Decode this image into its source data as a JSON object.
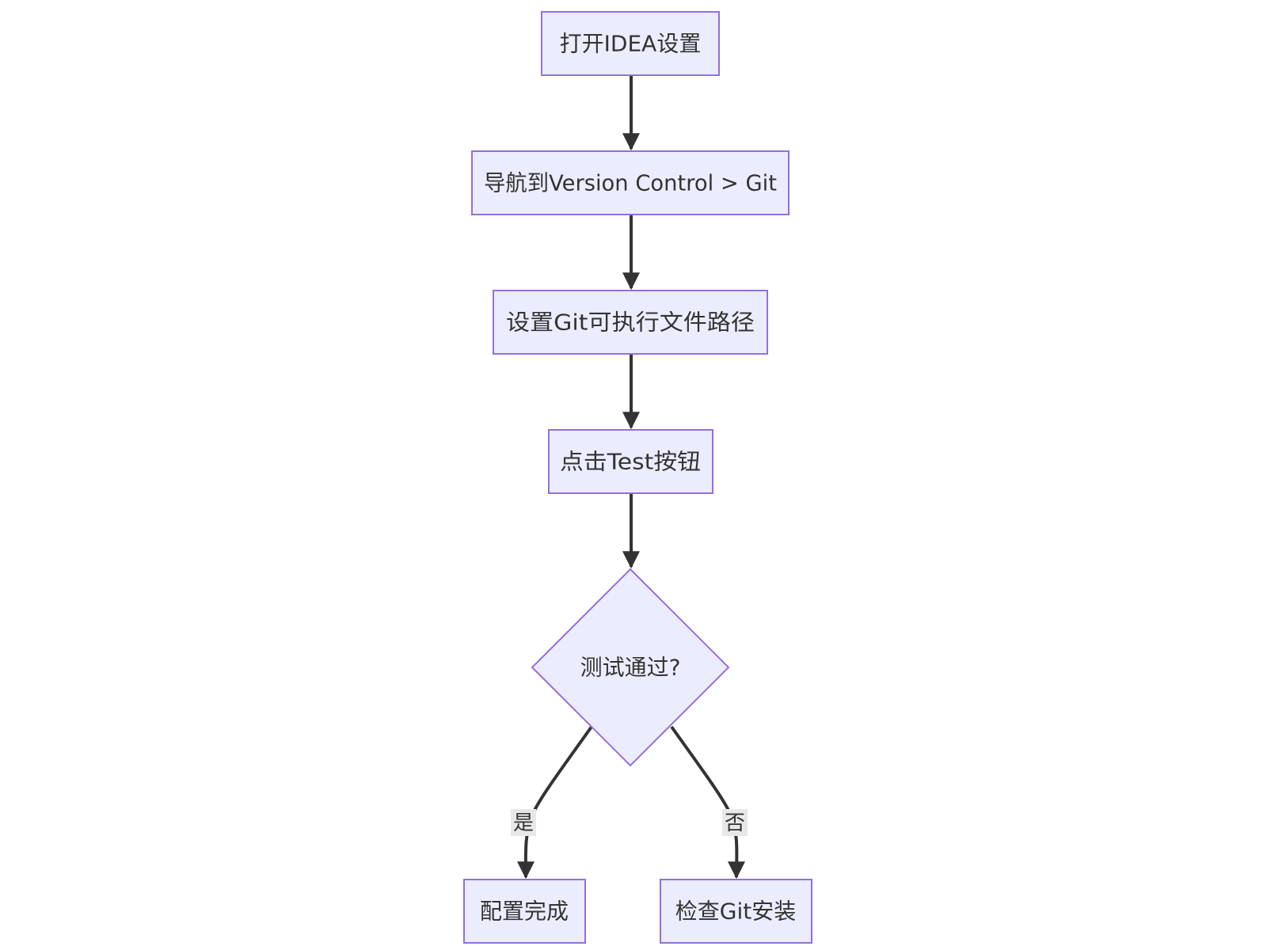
{
  "diagram": {
    "type": "flowchart",
    "colors": {
      "node_fill": "#ECECFF",
      "node_border": "#9370DB",
      "edge": "#333333",
      "text": "#333333",
      "edge_label_bg": "#e8e8e8"
    },
    "nodes": {
      "open_settings": "打开IDEA设置",
      "navigate_git": "导航到Version Control > Git",
      "set_git_path": "设置Git可执行文件路径",
      "click_test": "点击Test按钮",
      "test_passed": "测试通过?",
      "config_done": "配置完成",
      "check_install": "检查Git安装"
    },
    "edges": [
      {
        "from": "open_settings",
        "to": "navigate_git",
        "label": ""
      },
      {
        "from": "navigate_git",
        "to": "set_git_path",
        "label": ""
      },
      {
        "from": "set_git_path",
        "to": "click_test",
        "label": ""
      },
      {
        "from": "click_test",
        "to": "test_passed",
        "label": ""
      },
      {
        "from": "test_passed",
        "to": "config_done",
        "label": "是"
      },
      {
        "from": "test_passed",
        "to": "check_install",
        "label": "否"
      }
    ],
    "edge_labels": {
      "yes": "是",
      "no": "否"
    }
  }
}
